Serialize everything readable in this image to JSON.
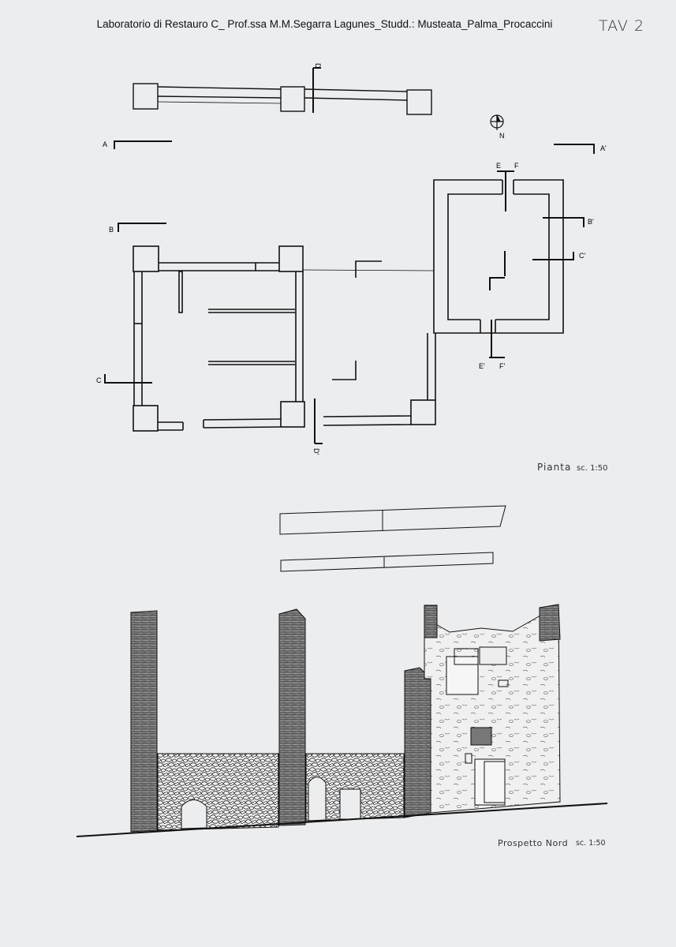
{
  "header": "Laboratorio di Restauro C_ Prof.ssa M.M.Segarra Lagunes_Studd.: Musteata_Palma_Procaccini",
  "sheet_tag": "TAV 2",
  "plan": {
    "title": "Pianta",
    "scale": "sc. 1:50",
    "section_marks": [
      "A",
      "A'",
      "B",
      "B'",
      "C",
      "C'",
      "D",
      "D'",
      "E",
      "F",
      "E'",
      "F'"
    ],
    "north": "N"
  },
  "elevation": {
    "title": "Prospetto Nord",
    "scale": "sc. 1:50"
  }
}
